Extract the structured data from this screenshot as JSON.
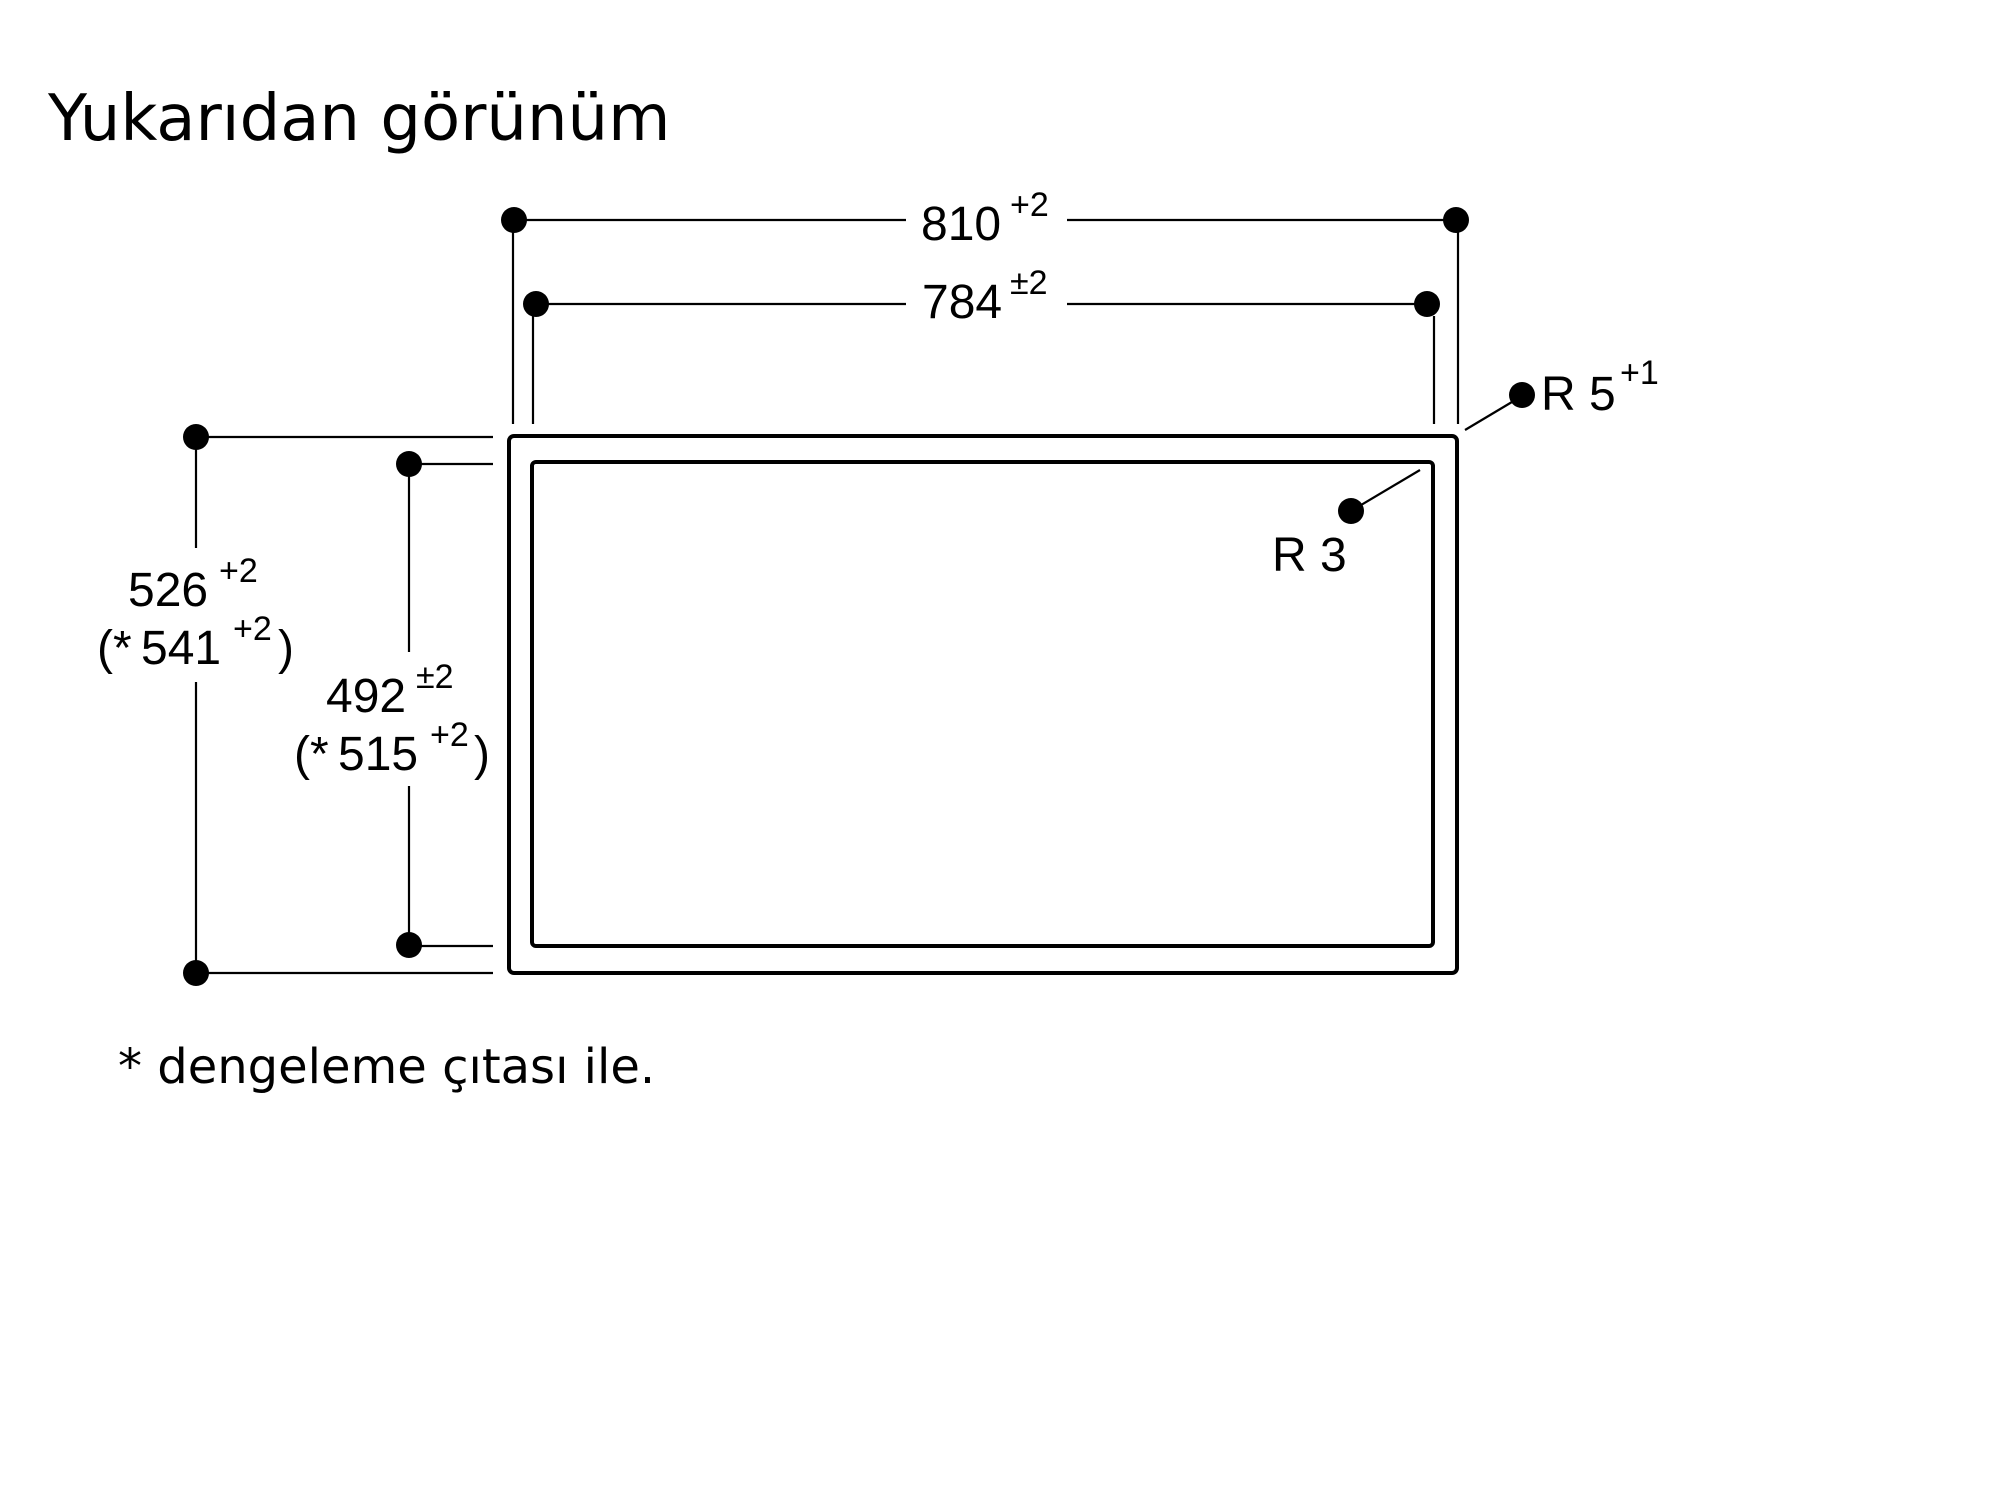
{
  "title": "Yukarıdan görünüm",
  "dimensions": {
    "outer_width": {
      "value": "810",
      "tolerance": "+2"
    },
    "inner_width": {
      "value": "784",
      "tolerance": "±2"
    },
    "outer_height": {
      "value": "526",
      "tolerance": "+2",
      "alt_prefix": "(*",
      "alt_value": "541",
      "alt_tolerance": "+2",
      "alt_suffix": ")"
    },
    "inner_height": {
      "value": "492",
      "tolerance": "±2",
      "alt_prefix": "(*",
      "alt_value": "515",
      "alt_tolerance": "+2",
      "alt_suffix": ")"
    },
    "outer_radius": {
      "value": "R 5",
      "tolerance": "+1"
    },
    "inner_radius": {
      "value": "R 3"
    }
  },
  "footnote": "* dengeleme çıtası ile."
}
